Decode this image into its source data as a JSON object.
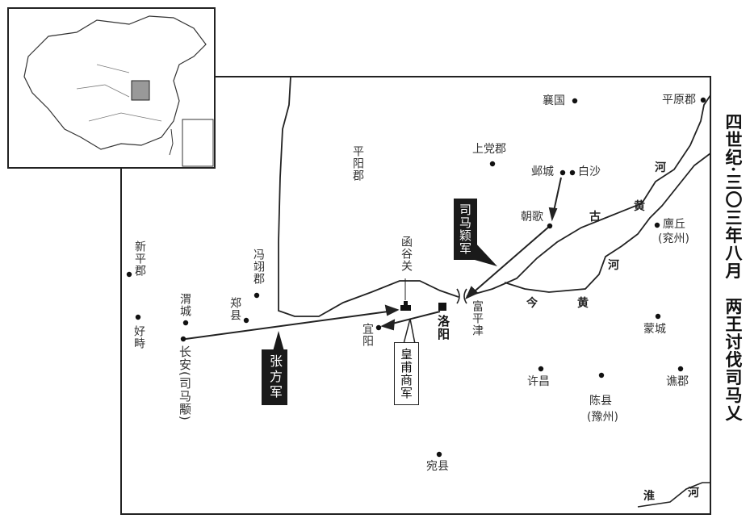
{
  "title": "四世纪·三〇三年八月　两王讨伐司马乂",
  "places": {
    "xiangguo": "襄国",
    "pingyuan": "平原郡",
    "shangdang": "上党郡",
    "yecheng": "邺城",
    "baisha": "白沙",
    "pingyang": "平阳郡",
    "chaoge": "朝歌",
    "linqiu": "廪丘",
    "yanzhou": "(兖州)",
    "xinping": "新平郡",
    "fengyi": "冯翊郡",
    "zhengxian": "郑县",
    "weicheng": "渭城",
    "haozhi": "好畤",
    "changan": "长安(司马颙)",
    "hangu": "函谷关",
    "luoyang": "洛阳",
    "yiyang": "宜阳",
    "fupingjin": "富平津",
    "mengcheng": "蒙城",
    "xuchang": "许昌",
    "qiaojun": "谯郡",
    "chenxian": "陈县",
    "yuzhou": "(豫州)",
    "wanxian": "宛县"
  },
  "armies": {
    "zhangfang": "张方军",
    "simaying": "司马颖军",
    "huangfushang": "皇甫商军"
  },
  "rivers": {
    "he1": "河",
    "huang1": "黄",
    "gu": "古",
    "he2": "河",
    "jin": "今",
    "huang2": "黄",
    "huai": "淮",
    "he3": "河"
  }
}
